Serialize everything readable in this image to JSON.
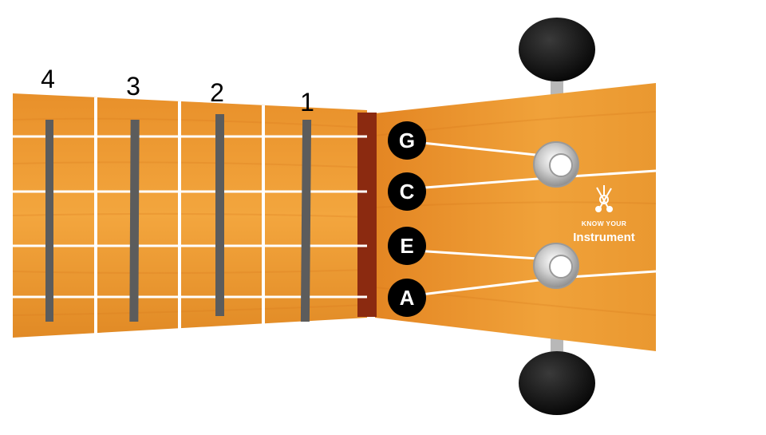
{
  "diagram": {
    "fret_numbers": [
      "4",
      "3",
      "2",
      "1"
    ],
    "string_notes": [
      "G",
      "C",
      "E",
      "A"
    ],
    "brand": {
      "line1": "KNOW YOUR",
      "line2": "Instrument"
    },
    "colors": {
      "wood_light": "#f0a23a",
      "wood_dark": "#d9761a",
      "nut": "#8b2a10",
      "fret_wire": "#ffffff",
      "finger_marker": "#5c5c5c",
      "string": "#ffffff",
      "note_circle": "#000000",
      "tuner_knob": "#111111",
      "tuner_peg": "#b8b8b8"
    }
  }
}
